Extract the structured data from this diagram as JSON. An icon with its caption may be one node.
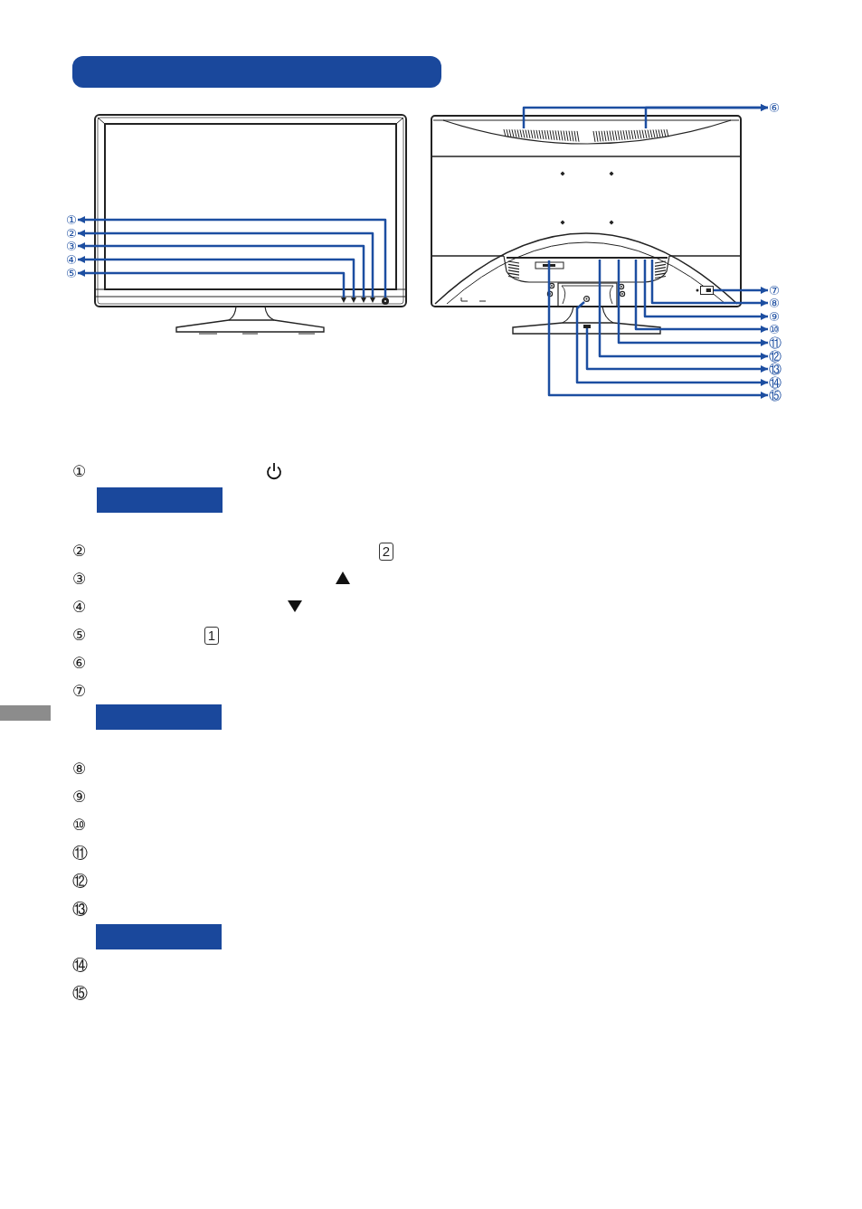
{
  "diagram": {
    "nodes": [
      {
        "text": [
          "①"
        ]
      },
      {
        "text": [
          "②"
        ]
      },
      {
        "text": [
          "③"
        ]
      },
      {
        "text": [
          "④"
        ]
      },
      {
        "text": [
          "⑤"
        ]
      },
      {
        "text": [
          "⑥"
        ]
      },
      {
        "text": [
          "⑦"
        ]
      },
      {
        "text": [
          "⑧"
        ]
      },
      {
        "text": [
          "⑨"
        ]
      },
      {
        "text": [
          "⑩"
        ]
      },
      {
        "text": [
          "⑪"
        ]
      },
      {
        "text": [
          "⑫"
        ]
      },
      {
        "text": [
          "⑬"
        ]
      },
      {
        "text": [
          "⑭"
        ]
      },
      {
        "text": [
          "⑮"
        ]
      },
      {
        "text": [],
        "shape": "triangle"
      },
      {
        "text": [],
        "shape": "triangle"
      },
      {
        "text": [],
        "shape": "triangle"
      },
      {
        "text": [],
        "shape": "triangle"
      },
      {
        "text": [],
        "shape": "circle"
      },
      {
        "text": [],
        "shape": "grille"
      },
      {
        "text": [],
        "shape": "grille"
      },
      {
        "text": [],
        "shape": "circle"
      },
      {
        "text": [],
        "shape": "box"
      },
      {
        "text": [],
        "shape": "box"
      }
    ],
    "edges": [
      {
        "from": 19,
        "to": 0,
        "arrow": "to"
      },
      {
        "from": 18,
        "to": 1,
        "arrow": "to"
      },
      {
        "from": 17,
        "to": 2,
        "arrow": "to"
      },
      {
        "from": 16,
        "to": 3,
        "arrow": "to"
      },
      {
        "from": 15,
        "to": 4,
        "arrow": "to"
      },
      {
        "from": 20,
        "to": 5,
        "arrow": "to"
      },
      {
        "from": 21,
        "to": 5,
        "arrow": "to"
      },
      {
        "from": 24,
        "to": 6,
        "arrow": "to"
      },
      {
        "from": null,
        "to": 7,
        "arrow": "to"
      },
      {
        "from": null,
        "to": 8,
        "arrow": "to"
      },
      {
        "from": null,
        "to": 9,
        "arrow": "to"
      },
      {
        "from": null,
        "to": 10,
        "arrow": "to"
      },
      {
        "from": null,
        "to": 11,
        "arrow": "to"
      },
      {
        "from": 23,
        "to": 12,
        "arrow": "to"
      },
      {
        "from": 22,
        "to": 13,
        "arrow": "to"
      },
      {
        "from": null,
        "to": 14,
        "arrow": "to"
      }
    ],
    "labels": [
      "①",
      "②",
      "2",
      "③",
      "④",
      "⑤",
      "1",
      "⑥",
      "⑦",
      "⑧",
      "⑨",
      "⑩",
      "⑪",
      "⑫",
      "⑬",
      "⑭",
      "⑮"
    ]
  }
}
